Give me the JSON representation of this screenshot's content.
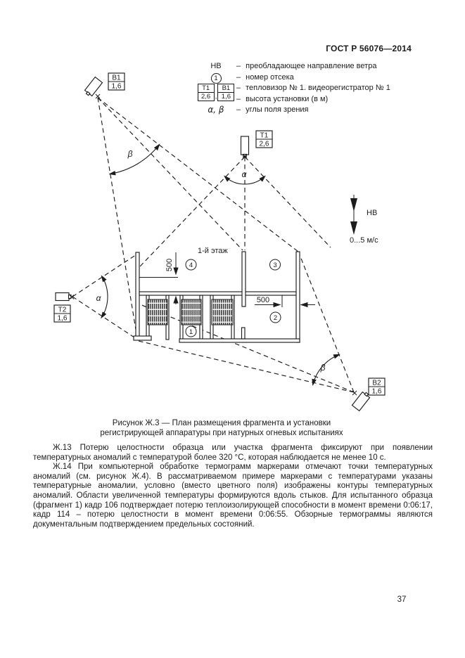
{
  "header": {
    "title": "ГОСТ Р 56076—2014"
  },
  "legend": {
    "dash": "–",
    "wind": {
      "symbol": "НВ",
      "text": "преобладающее направление ветра"
    },
    "compartment": {
      "symbol": "1",
      "text": "номер отсека"
    },
    "devices": {
      "thermal_box": {
        "name": "Т1",
        "height": "2,6"
      },
      "video_box": {
        "name": "В1",
        "height": "1,6"
      },
      "separator": ",",
      "device_text": "тепловизор № 1. видеорегистратор № 1",
      "height_text": "высота установки (в м)"
    },
    "angles": {
      "symbol": "α, β",
      "text": "углы поля зрения"
    }
  },
  "diagram": {
    "floor_label": "1-й этаж",
    "alpha": "α",
    "beta": "β",
    "wind_label": "НВ",
    "wind_speed": "0...5 м/с",
    "dim_vertical": "500",
    "dim_horizontal": "500",
    "compartments": {
      "c1": "1",
      "c2": "2",
      "c3": "3",
      "c4": "4"
    },
    "cameras": {
      "b1": {
        "name": "В1",
        "height": "1,6"
      },
      "t1": {
        "name": "Т1",
        "height": "2,6"
      },
      "t2": {
        "name": "Т2",
        "height": "1,6"
      },
      "b2": {
        "name": "В2",
        "height": "1,6"
      }
    }
  },
  "caption": {
    "line1": "Рисунок Ж.3 — План размещения фрагмента и установки",
    "line2": "регистрирующей аппаратуры при натурных огневых испытаниях"
  },
  "paragraphs": {
    "p13": "Ж.13 Потерю целостности образца или участка фрагмента фиксируют при появлении температурных аномалий с температурой более 320 °С, которая наблюдается не менее 10 с.",
    "p14": "Ж.14 При компьютерной обработке термограмм маркерами отмечают точки температурных аномалий (см. рисунок Ж.4). В рассматриваемом примере маркерами с температурами указаны температурные аномалии, условно (вместо цветного поля) изображены контуры температурных аномалий. Области увеличенной температуры формируются вдоль стыков. Для испытанного образца (фрагмент 1) кадр 106 подтверждает потерю теплоизолирующей способности в момент времени 0:06:17, кадр 114 – потерю целостности в момент времени 0:06:55. Обзорные термограммы являются документальным подтверждением предельных состояний."
  },
  "page_number": "37"
}
